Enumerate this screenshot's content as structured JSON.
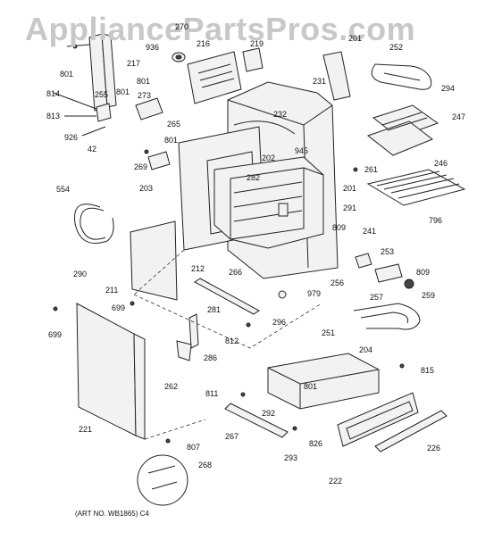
{
  "watermark": "AppliancePartsPros.com",
  "art_number": "(ART NO. WB1865) C4",
  "callouts": [
    "270",
    "936",
    "216",
    "219",
    "201",
    "252",
    "294",
    "801",
    "217",
    "814",
    "255",
    "801",
    "273",
    "813",
    "801",
    "231",
    "247",
    "926",
    "42",
    "265",
    "801",
    "232",
    "945",
    "261",
    "246",
    "269",
    "202",
    "201",
    "282",
    "291",
    "241",
    "203",
    "809",
    "554",
    "796",
    "253",
    "256",
    "809",
    "211",
    "212",
    "266",
    "290",
    "257",
    "979",
    "259",
    "699",
    "281",
    "296",
    "699",
    "812",
    "251",
    "204",
    "286",
    "815",
    "262",
    "811",
    "801",
    "292",
    "221",
    "267",
    "826",
    "293",
    "807",
    "226",
    "268",
    "222"
  ]
}
